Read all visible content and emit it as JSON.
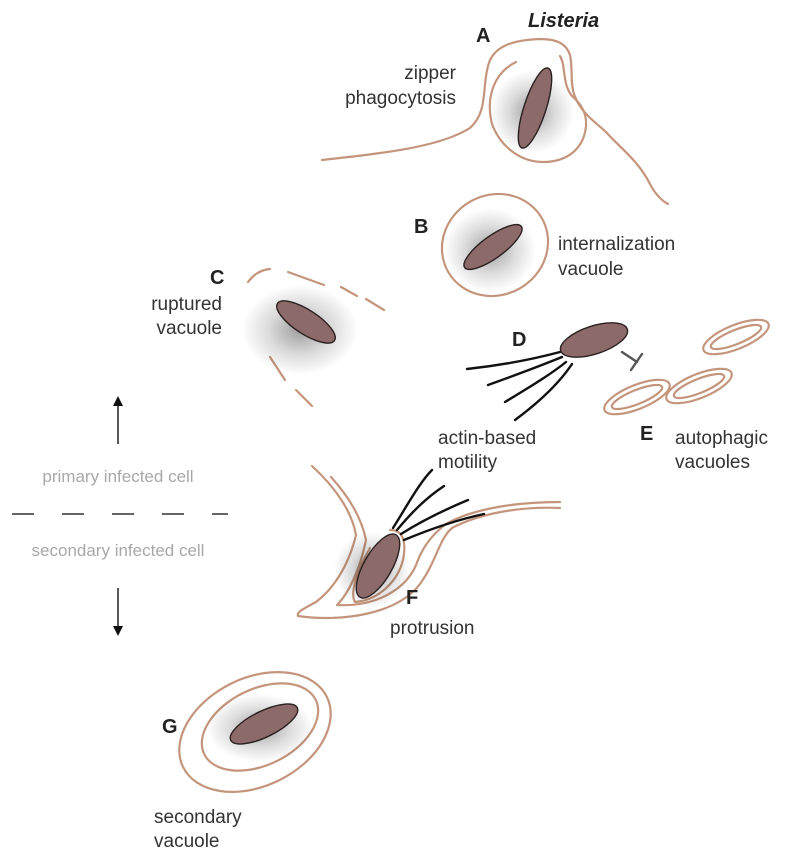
{
  "title": "Listeria",
  "colors": {
    "membrane": "#c4957c",
    "bacterium": "#8c6a6a",
    "actin": "#111111",
    "label": "#333333",
    "divider_label": "#a8a8a8"
  },
  "stages": [
    {
      "letter": "A",
      "label_lines": [
        "zipper",
        "phagocytosis"
      ]
    },
    {
      "letter": "B",
      "label_lines": [
        "internalization",
        "vacuole"
      ]
    },
    {
      "letter": "C",
      "label_lines": [
        "ruptured",
        "vacuole"
      ]
    },
    {
      "letter": "D",
      "label_lines": [
        "actin-based",
        "motility"
      ]
    },
    {
      "letter": "E",
      "label_lines": [
        "autophagic",
        "vacuoles"
      ]
    },
    {
      "letter": "F",
      "label_lines": [
        "protrusion"
      ]
    },
    {
      "letter": "G",
      "label_lines": [
        "secondary",
        "vacuole"
      ]
    }
  ],
  "divider": {
    "primary": "primary infected cell",
    "secondary": "secondary infected cell"
  }
}
